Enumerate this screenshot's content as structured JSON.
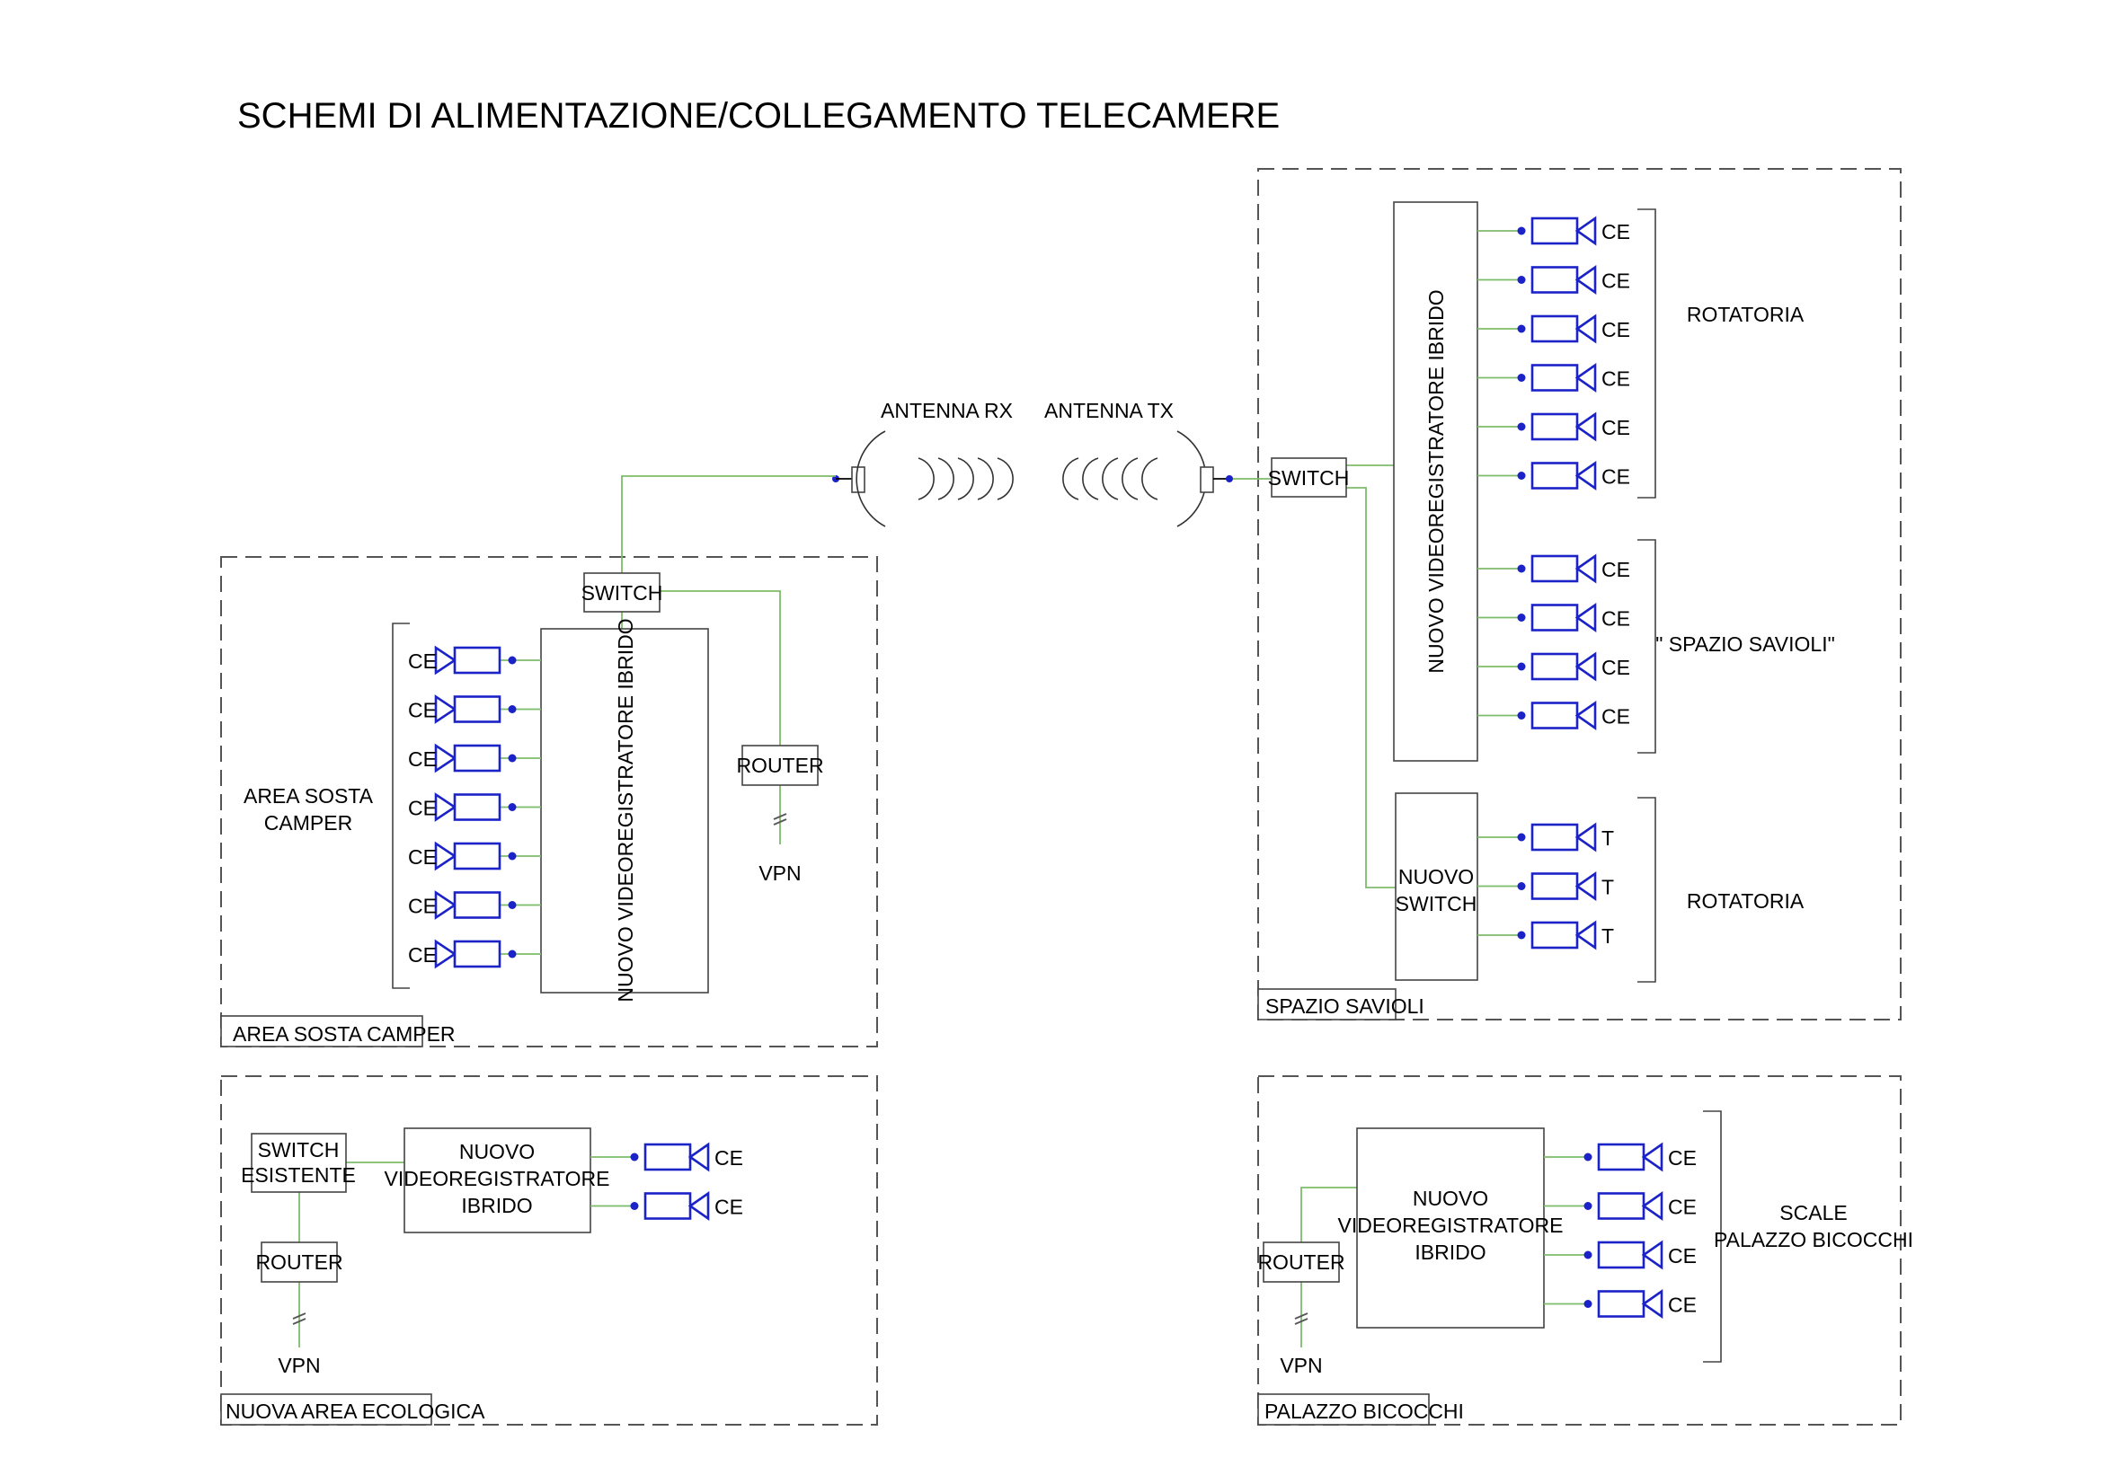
{
  "title": "SCHEMI DI ALIMENTAZIONE/COLLEGAMENTO TELECAMERE",
  "common": {
    "cam_label": "CE",
    "cam_label_t": "T",
    "switch": "SWITCH",
    "router": "ROUTER",
    "vpn": "VPN",
    "nvr_vertical": "NUOVO VIDEOREGISTRATORE IBRIDO",
    "nvr_lines": [
      "NUOVO",
      "VIDEOREGISTRATORE",
      "IBRIDO"
    ]
  },
  "antenna": {
    "rx": "ANTENNA RX",
    "tx": "ANTENNA TX"
  },
  "area_sosta": {
    "tag": "AREA SOSTA CAMPER",
    "group_lines": [
      "AREA SOSTA",
      "CAMPER"
    ],
    "camera_count": 7
  },
  "spazio_savioli": {
    "tag": "SPAZIO SAVIOLI",
    "group1": "ROTATORIA",
    "group1_count": 6,
    "group2": "\" SPAZIO SAVIOLI\"",
    "group2_count": 4,
    "group3": "ROTATORIA",
    "group3_count": 3,
    "new_switch_lines": [
      "NUOVO",
      "SWITCH"
    ]
  },
  "area_ecologica": {
    "tag": "NUOVA AREA ECOLOGICA",
    "switch_lines": [
      "SWITCH",
      "ESISTENTE"
    ],
    "camera_count": 2
  },
  "palazzo_bicocchi": {
    "tag": "PALAZZO BICOCCHI",
    "group_lines": [
      "SCALE",
      "PALAZZO BICOCCHI"
    ],
    "camera_count": 4
  },
  "colors": {
    "camera": "#1a22c8",
    "wire": "#7dbb6b",
    "frame": "#555555"
  }
}
